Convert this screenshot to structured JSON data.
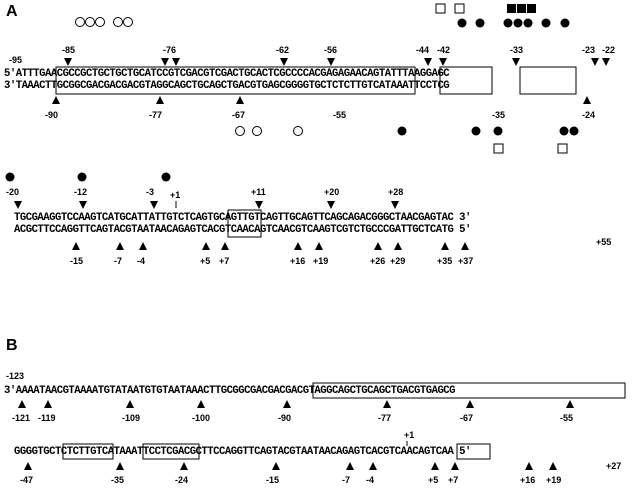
{
  "panelA": {
    "label": "A",
    "start_label": "-95",
    "top_strand": "5'ATTTGAACGCCGCTGCTGCTGCATCCGTCGACGTCGACTGCACTCGCCCCACGAGAGAACAGTATTTAAGGAGC",
    "bottom_strand": "3'TAAACTTGCGGCGACGACGACGTAGGCAGCTGCAGCTGACGTGAGCGGGGTGCTCTCTTGTCATAAATTCCTCG",
    "top_markers": [
      "-85",
      "-76",
      "-62",
      "-56",
      "-44",
      "-42",
      "-33",
      "-23",
      "-22"
    ],
    "bottom_markers": [
      "-90",
      "-77",
      "-67",
      "-55",
      "-35",
      "-24"
    ],
    "line2_top_strand": "TGCGAAGGTCCAAGTCATGCATTATTGTCTCAGTGCAGTTGTCAGTTGCAGTTCAGCAGACGGGCTAACGAGTAC 3'",
    "line2_bottom_strand": "ACGCTTCCAGGTTCAGTACGTAATAACAGAGTCACGTCAACAGTCAACGTCAAGTCGTCTGCCCGATTGCTCATG 5'",
    "line2_top_markers": [
      "-20",
      "-12",
      "-3",
      "+1",
      "+11",
      "+20",
      "+28"
    ],
    "line2_bottom_markers": [
      "-15",
      "-7",
      "-4",
      "+5",
      "+7",
      "+16",
      "+19",
      "+26",
      "+29",
      "+35",
      "+37"
    ],
    "line2_end_label": "+55"
  },
  "panelB": {
    "label": "B",
    "start_label": "-123",
    "line1_strand": "3'AAAATAACGTAAAATGTATAATGTGTAATAAACTTGCGGCGACGACGACGTAGGCAGCTGCAGCTGACGTGAGCG",
    "line1_markers": [
      "-121",
      "-119",
      "-109",
      "-100",
      "-90",
      "-77",
      "-67",
      "-55"
    ],
    "line2_strand": "GGGGTGCTCTCTTGTCATAAATTCCTCGACGCTTCCAGGTTCAGTACGTAATAACAGAGTCACGTCAACAGTCAA 5'",
    "line2_markers": [
      "-47",
      "-35",
      "-24",
      "-15",
      "-7",
      "-4",
      "+5",
      "+7",
      "+16",
      "+19"
    ],
    "line2_top_marker": "+1",
    "line2_end_label": "+27"
  },
  "symbols": {
    "open_circle": "open-circle",
    "filled_circle": "filled-circle",
    "open_square": "open-square",
    "filled_square": "filled-square"
  }
}
